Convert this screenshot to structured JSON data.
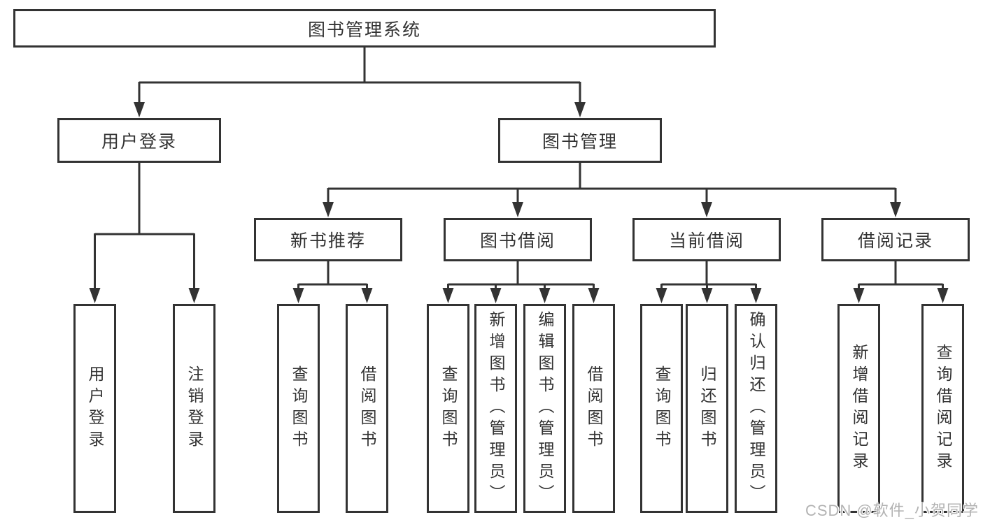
{
  "tree": {
    "root": {
      "label": "图书管理系统",
      "children": [
        {
          "label": "用户登录",
          "children": [
            {
              "label": "用户登录"
            },
            {
              "label": "注销登录"
            }
          ]
        },
        {
          "label": "图书管理",
          "children": [
            {
              "label": "新书推荐",
              "children": [
                {
                  "label": "查询图书"
                },
                {
                  "label": "借阅图书"
                }
              ]
            },
            {
              "label": "图书借阅",
              "children": [
                {
                  "label": "查询图书"
                },
                {
                  "label": "新增图书（管理员）"
                },
                {
                  "label": "编辑图书（管理员）"
                },
                {
                  "label": "借阅图书"
                }
              ]
            },
            {
              "label": "当前借阅",
              "children": [
                {
                  "label": "查询图书"
                },
                {
                  "label": "归还图书"
                },
                {
                  "label": "确认归还（管理员）"
                }
              ]
            },
            {
              "label": "借阅记录",
              "children": [
                {
                  "label": "新增借阅记录"
                },
                {
                  "label": "查询借阅记录"
                }
              ]
            }
          ]
        }
      ]
    }
  },
  "watermark": {
    "text": "CSDN @软件_小贺同学"
  },
  "colors": {
    "line": "#333333",
    "box_border": "#333333",
    "text": "#333333",
    "background": "#ffffff",
    "watermark": "#b3b3b3"
  }
}
